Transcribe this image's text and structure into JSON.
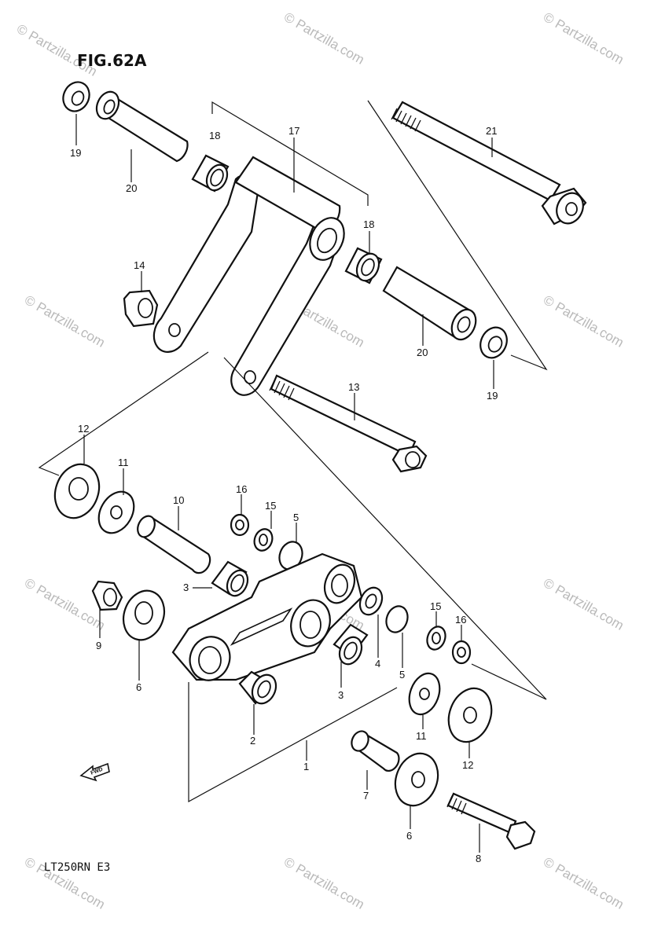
{
  "figure": {
    "title": "FIG.62A",
    "model_code": "LT250RN E3",
    "watermark": "© Partzilla.com",
    "front_marker": "FWD"
  },
  "callouts": {
    "c1": "1",
    "c2": "2",
    "c3a": "3",
    "c3b": "3",
    "c4": "4",
    "c5a": "5",
    "c5b": "5",
    "c6a": "6",
    "c6b": "6",
    "c7": "7",
    "c8": "8",
    "c9": "9",
    "c10": "10",
    "c11a": "11",
    "c11b": "11",
    "c12a": "12",
    "c12b": "12",
    "c13": "13",
    "c14": "14",
    "c15a": "15",
    "c15b": "15",
    "c16a": "16",
    "c16b": "16",
    "c17": "17",
    "c18a": "18",
    "c18b": "18",
    "c19a": "19",
    "c19b": "19",
    "c20a": "20",
    "c20b": "20",
    "c21": "21"
  }
}
